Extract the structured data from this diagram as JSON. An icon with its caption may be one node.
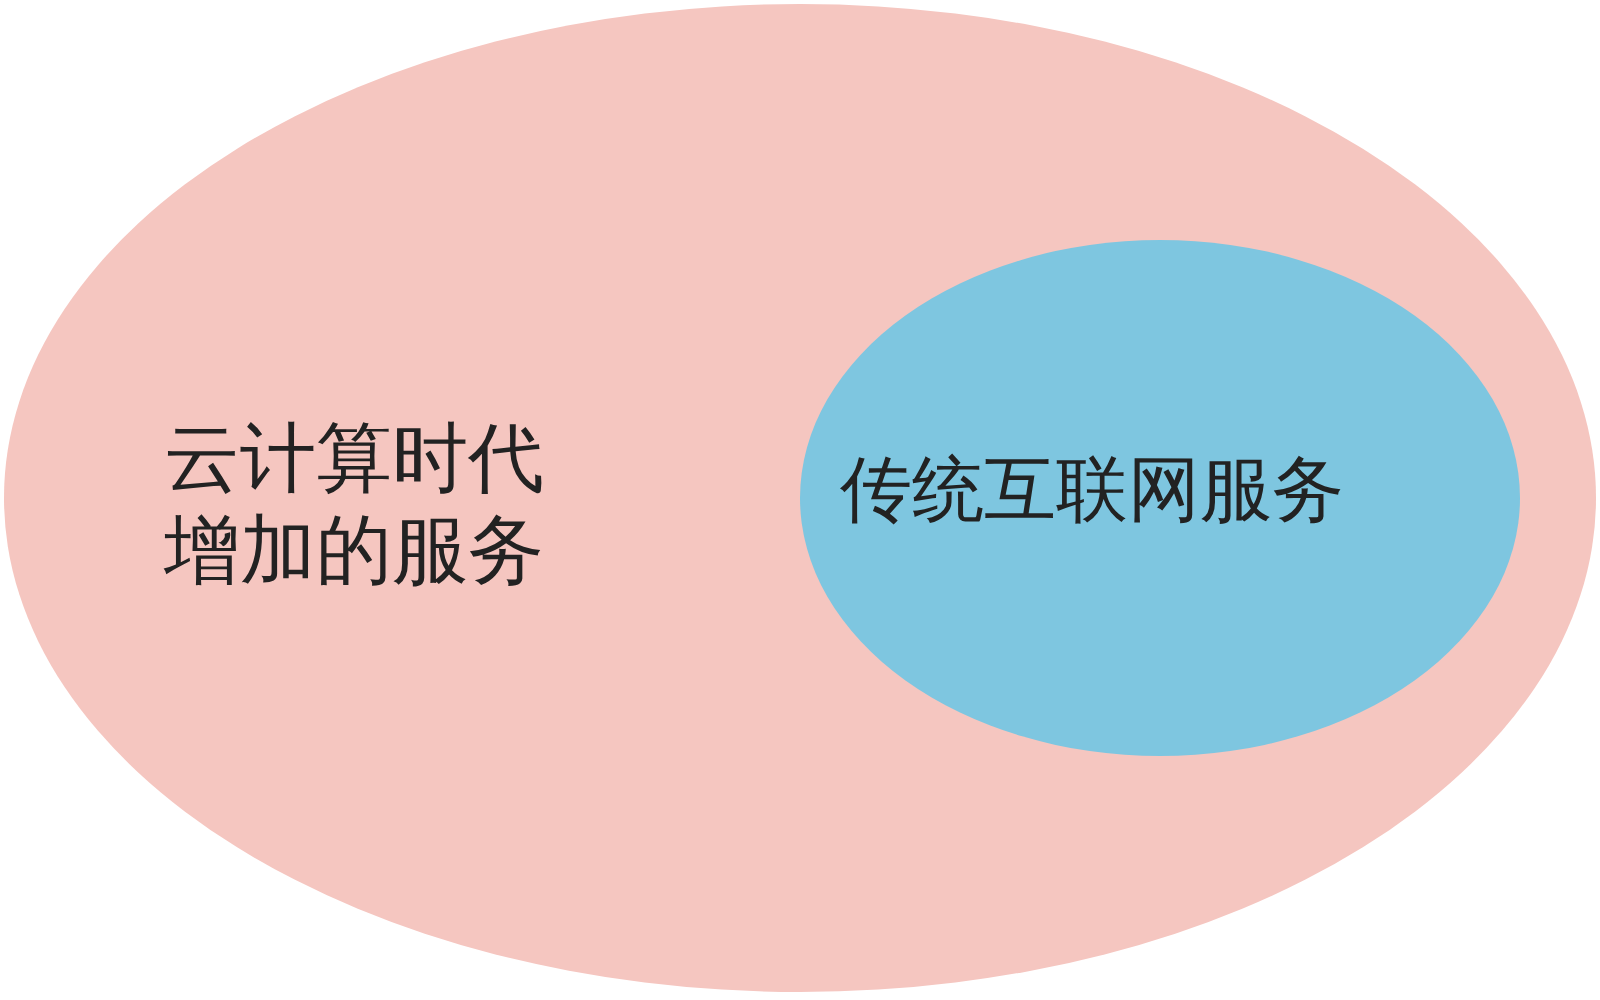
{
  "diagram": {
    "nodes": [
      {
        "text": [
          "云计算时代增加的服务"
        ]
      },
      {
        "text": [
          "传统互联网服务"
        ],
        "in": 0
      }
    ]
  }
}
